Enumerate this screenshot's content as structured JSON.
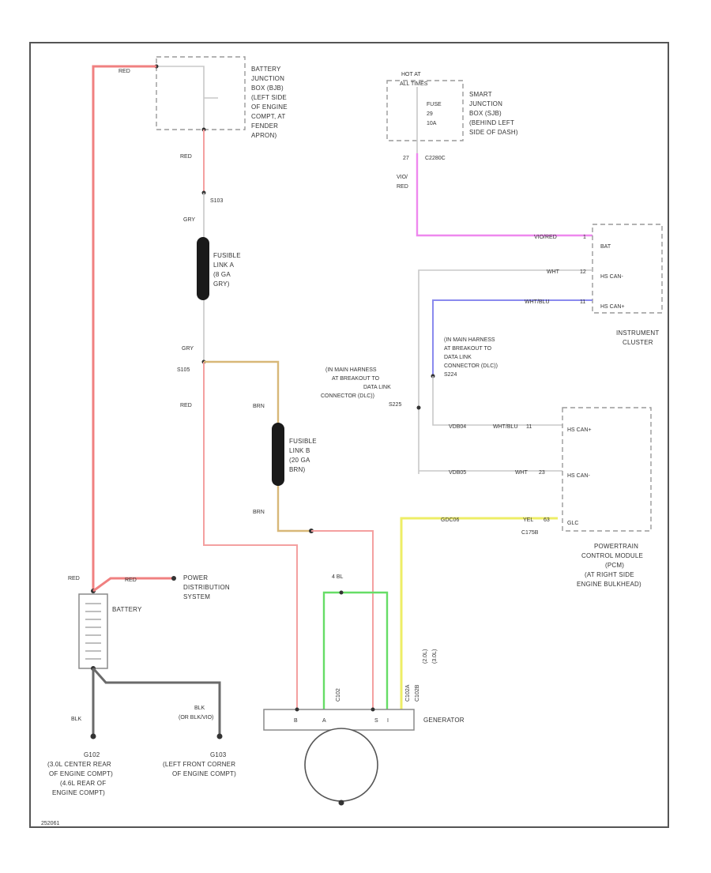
{
  "battery_junction_box": {
    "label_lines": [
      "BATTERY",
      "JUNCTION",
      "BOX (BJB)",
      "(LEFT SIDE",
      "OF ENGINE",
      "COMPT, AT",
      "FENDER",
      "APRON)"
    ]
  },
  "smart_junction_box": {
    "hot_label": [
      "HOT AT",
      "ALL TIMES"
    ],
    "fuse_label": [
      "FUSE",
      "29",
      "10A"
    ],
    "label_lines": [
      "SMART",
      "JUNCTION",
      "BOX (SJB)",
      "(BEHIND LEFT",
      "SIDE OF DASH)"
    ],
    "pin": "27",
    "connector": "C2280C",
    "wire_color": [
      "VIO/",
      "RED"
    ]
  },
  "wires": {
    "bjb_out": "RED",
    "bjb_down": "RED",
    "splice_s103": "S103",
    "gry_upper": "GRY",
    "gry_lower": "GRY",
    "splice_s105": "S105",
    "red_left": "RED",
    "brn_upper": "BRN",
    "brn_lower": "BRN",
    "blk_left": "BLK",
    "blk_right": [
      "BLK",
      "(OR BLK/VIO)"
    ],
    "red_battery": "RED",
    "red_power": "RED",
    "grn_tap": "4 BL"
  },
  "fusible_link_a": {
    "label_lines": [
      "FUSIBLE",
      "LINK A",
      "(8 GA",
      "GRY)"
    ]
  },
  "fusible_link_b": {
    "label_lines": [
      "FUSIBLE",
      "LINK B",
      "(20 GA",
      "BRN)"
    ]
  },
  "instrument_cluster": {
    "label_lines": [
      "INSTRUMENT",
      "CLUSTER"
    ],
    "pins": [
      {
        "wire": "VIO/RED",
        "pin": "1",
        "name": "BAT"
      },
      {
        "wire": "WHT",
        "pin": "12",
        "name": "HS CAN-"
      },
      {
        "wire": "WHT/BLU",
        "pin": "11",
        "name": "HS CAN+"
      }
    ]
  },
  "harness_dlc_upper": {
    "label_lines": [
      "(IN MAIN HARNESS",
      "AT BREAKOUT TO",
      "DATA LINK",
      "CONNECTOR (DLC))",
      "S224"
    ]
  },
  "harness_dlc_lower": {
    "label_lines": [
      "(IN MAIN HARNESS",
      "AT BREAKOUT TO",
      "DATA LINK",
      "CONNECTOR (DLC))",
      "S225"
    ]
  },
  "pcm": {
    "label_lines": [
      "POWERTRAIN",
      "CONTROL MODULE",
      "(PCM)",
      "(AT RIGHT SIDE",
      "ENGINE BULKHEAD)"
    ],
    "connector": "C175B",
    "pins": [
      {
        "prefix": "VDB04",
        "wire": "WHT/BLU",
        "pin": "11",
        "name": "HS CAN+"
      },
      {
        "prefix": "VDB05",
        "wire": "WHT",
        "pin": "23",
        "name": "HS CAN-"
      },
      {
        "prefix": "GDC06",
        "wire": "YEL",
        "pin": "63",
        "name": "GLC"
      }
    ]
  },
  "battery": {
    "label": "BATTERY"
  },
  "power_distribution": {
    "label_lines": [
      "POWER",
      "DISTRIBUTION",
      "SYSTEM"
    ]
  },
  "generator": {
    "label": "GENERATOR",
    "terminals": [
      "B",
      "A",
      "S",
      "I"
    ],
    "conn_labels": [
      "C102",
      "C102A",
      "C102B",
      "(2.0L)",
      "(3.0L)"
    ]
  },
  "grounds": {
    "g102": {
      "id": "G102",
      "label_lines": [
        "(3.0L CENTER REAR",
        "OF ENGINE COMPT)",
        "(4.6L REAR OF",
        "ENGINE COMPT)"
      ]
    },
    "g103": {
      "id": "G103",
      "label_lines": [
        "(LEFT FRONT CORNER",
        "OF ENGINE COMPT)"
      ]
    }
  },
  "diagram_id": "252061"
}
